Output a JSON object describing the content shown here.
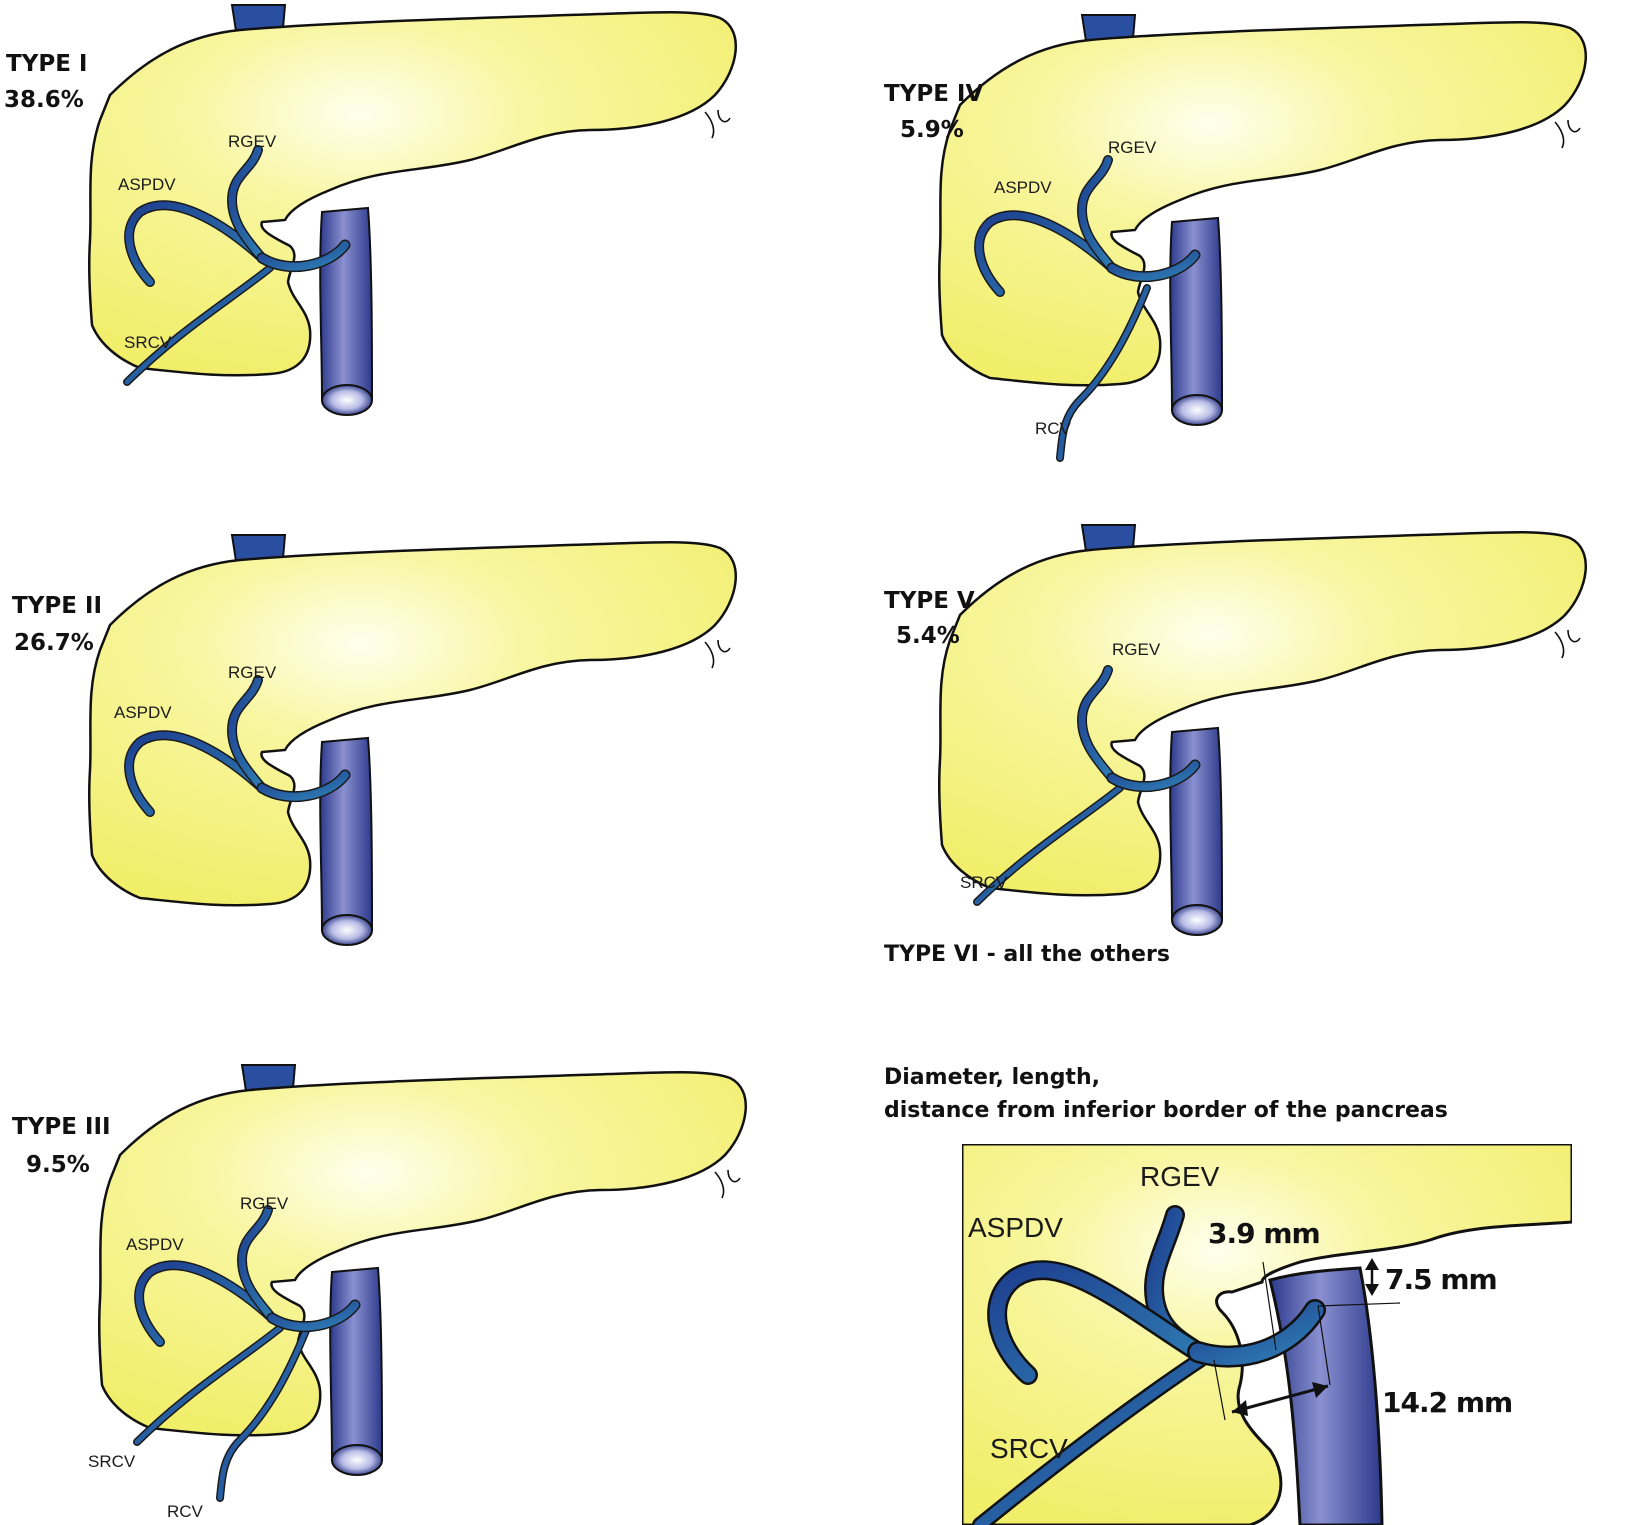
{
  "panels": [
    {
      "type": "TYPE I",
      "percent": "38.6%",
      "vessels": [
        "RGEV",
        "ASPDV",
        "SRCV"
      ]
    },
    {
      "type": "TYPE IV",
      "percent": "5.9%",
      "vessels": [
        "RGEV",
        "ASPDV",
        "RCV"
      ]
    },
    {
      "type": "TYPE II",
      "percent": "26.7%",
      "vessels": [
        "RGEV",
        "ASPDV"
      ]
    },
    {
      "type": "TYPE V",
      "percent": "5.4%",
      "vessels": [
        "RGEV",
        "SRCV"
      ]
    },
    {
      "type": "TYPE III",
      "percent": "9.5%",
      "vessels": [
        "RGEV",
        "ASPDV",
        "SRCV",
        "RCV"
      ]
    }
  ],
  "type_vi_note": "TYPE VI - all the others",
  "zoom": {
    "title_line1": "Diameter, length,",
    "title_line2": "distance from inferior border of the pancreas",
    "labels": {
      "rgev": "RGEV",
      "aspdv": "ASPDV",
      "srcv": "SRCV"
    },
    "diameter": "3.9 mm",
    "distance": "7.5 mm",
    "length": "14.2 mm"
  },
  "colors": {
    "pancreas": "#f4f27a",
    "pancreas_highlight": "#ffffee",
    "smv": "#4a55aa",
    "portal_stub": "#2a4fa0",
    "veins": "#2a6aa8",
    "outline": "#111111"
  }
}
